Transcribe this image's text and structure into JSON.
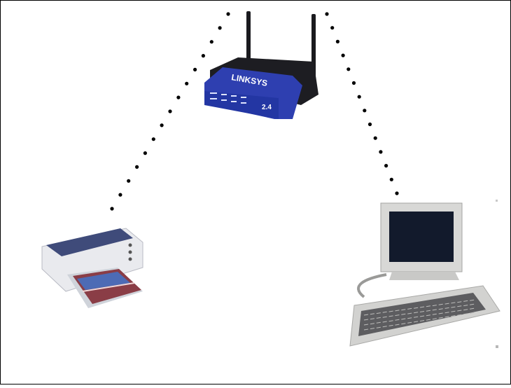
{
  "diagram": {
    "nodes": [
      {
        "id": "router",
        "icon": "wireless-router-icon"
      },
      {
        "id": "printer",
        "icon": "inkjet-printer-icon"
      },
      {
        "id": "computer",
        "icon": "desktop-computer-icon"
      }
    ],
    "links": [
      {
        "from": "router",
        "to": "printer",
        "style": "dotted"
      },
      {
        "from": "router",
        "to": "computer",
        "style": "dotted"
      }
    ],
    "router_brand": "LINKSYS",
    "router_band": "2.4",
    "colors": {
      "router_blue": "#2e3fb0",
      "router_dark": "#1d1d22",
      "printer_body": "#e9eaee",
      "printer_top": "#3f4b7a",
      "computer_beige": "#d8d8d6",
      "screen_dark": "#121a2c",
      "dot": "#000000"
    }
  }
}
